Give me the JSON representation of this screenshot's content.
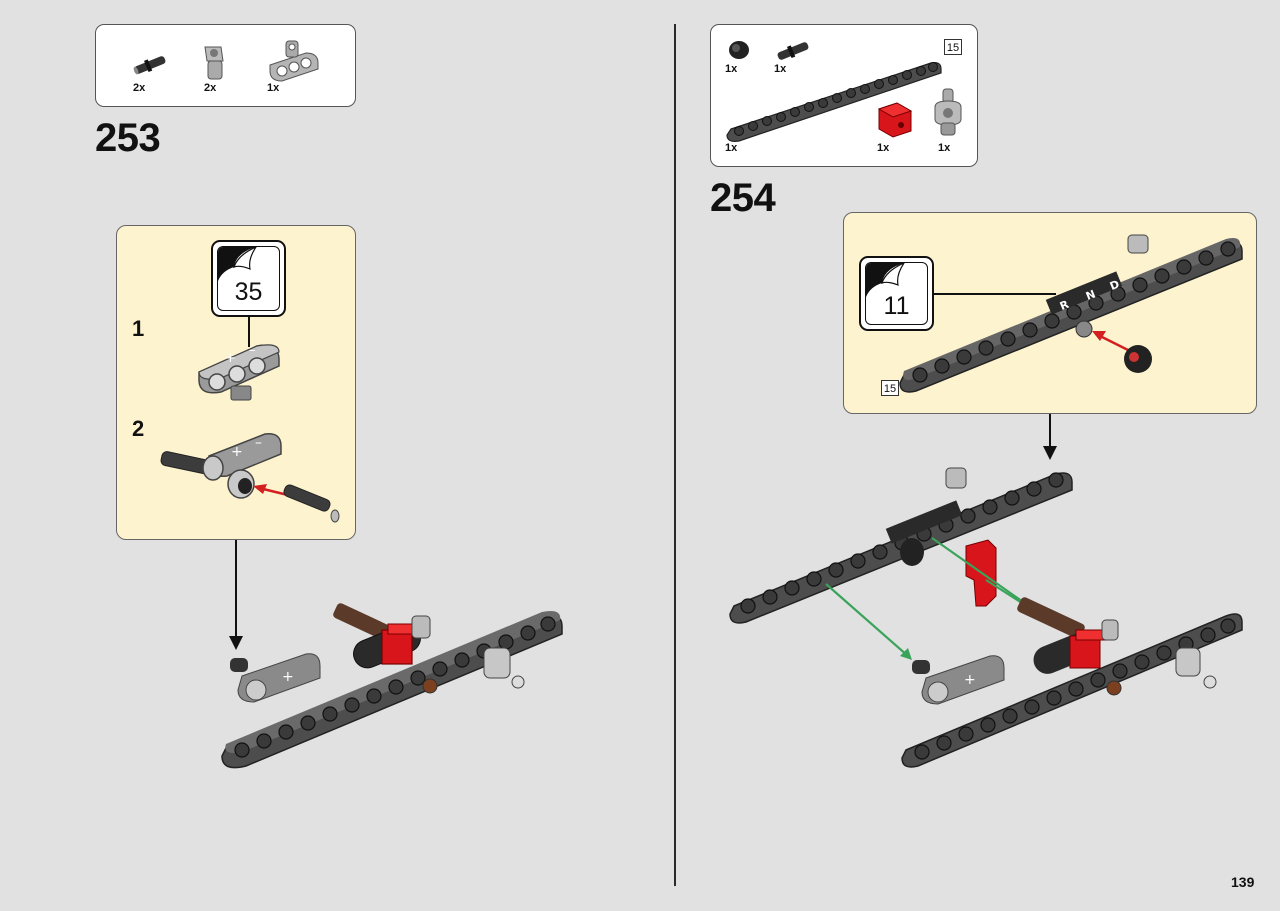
{
  "page": {
    "number": "139"
  },
  "step253": {
    "number": "253",
    "parts": [
      {
        "qty": "2x",
        "icon": "friction-pin-icon"
      },
      {
        "qty": "2x",
        "icon": "angle-connector-icon"
      },
      {
        "qty": "1x",
        "icon": "beam-connector-icon"
      }
    ],
    "substeps": [
      {
        "number": "1"
      },
      {
        "number": "2"
      }
    ],
    "callout_count": "35"
  },
  "step254": {
    "number": "254",
    "parts": [
      {
        "qty": "1x",
        "icon": "bush-icon"
      },
      {
        "qty": "1x",
        "icon": "friction-pin-icon"
      },
      {
        "qty": "1x",
        "icon": "beam-15-icon"
      },
      {
        "qty": "1x",
        "icon": "red-connector-icon"
      },
      {
        "qty": "1x",
        "icon": "angle-connector-icon"
      }
    ],
    "beam_length": "15",
    "callout_count": "11",
    "sub_beam_length": "15",
    "gear_labels": [
      "R",
      "N",
      "D"
    ]
  },
  "colors": {
    "beam": "#4d4d4d",
    "red_part": "#d8151b",
    "arrow_red": "#d32020",
    "arrow_green": "#3aa35a",
    "subassembly_bg": "#fdf3cf"
  }
}
